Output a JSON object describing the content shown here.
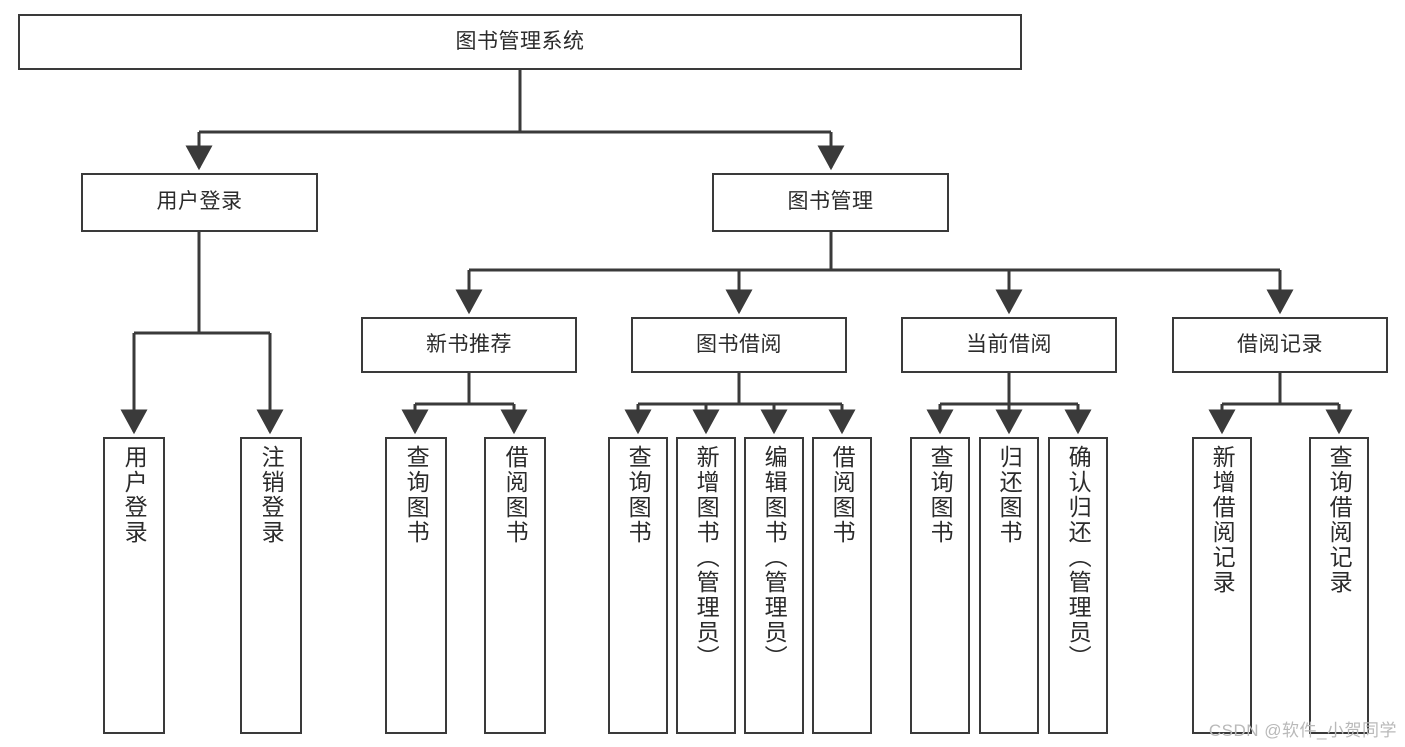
{
  "diagram": {
    "title": "图书管理系统",
    "type": "tree",
    "orientation": "top-down",
    "watermark": "CSDN @软件_小贺同学",
    "colors": {
      "stroke": "#3a3a3a",
      "fill": "#ffffff",
      "text": "#2b2b2b",
      "watermark": "#b9b9b9"
    },
    "nodes": {
      "root": {
        "label": "图书管理系统",
        "level": 0
      },
      "l1": [
        {
          "id": "user_login",
          "label": "用户登录"
        },
        {
          "id": "book_mgmt",
          "label": "图书管理"
        }
      ],
      "l2": [
        {
          "id": "new_book_rec",
          "label": "新书推荐",
          "parent": "book_mgmt"
        },
        {
          "id": "book_borrow",
          "label": "图书借阅",
          "parent": "book_mgmt"
        },
        {
          "id": "current_borrow",
          "label": "当前借阅",
          "parent": "book_mgmt"
        },
        {
          "id": "borrow_record",
          "label": "借阅记录",
          "parent": "book_mgmt"
        }
      ],
      "leaves": [
        {
          "id": "leaf_user_login",
          "label": "用户登录",
          "parent": "user_login"
        },
        {
          "id": "leaf_logout",
          "label": "注销登录",
          "parent": "user_login"
        },
        {
          "id": "leaf_query_book_1",
          "label": "查询图书",
          "parent": "new_book_rec"
        },
        {
          "id": "leaf_borrow_book_1",
          "label": "借阅图书",
          "parent": "new_book_rec"
        },
        {
          "id": "leaf_query_book_2",
          "label": "查询图书",
          "parent": "book_borrow"
        },
        {
          "id": "leaf_add_book",
          "label": "新增图书（管理员）",
          "parent": "book_borrow"
        },
        {
          "id": "leaf_edit_book",
          "label": "编辑图书（管理员）",
          "parent": "book_borrow"
        },
        {
          "id": "leaf_borrow_book_2",
          "label": "借阅图书",
          "parent": "book_borrow"
        },
        {
          "id": "leaf_query_book_3",
          "label": "查询图书",
          "parent": "current_borrow"
        },
        {
          "id": "leaf_return_book",
          "label": "归还图书",
          "parent": "current_borrow"
        },
        {
          "id": "leaf_confirm_return",
          "label": "确认归还（管理员）",
          "parent": "current_borrow"
        },
        {
          "id": "leaf_add_record",
          "label": "新增借阅记录",
          "parent": "borrow_record"
        },
        {
          "id": "leaf_query_record",
          "label": "查询借阅记录",
          "parent": "borrow_record"
        }
      ]
    }
  }
}
